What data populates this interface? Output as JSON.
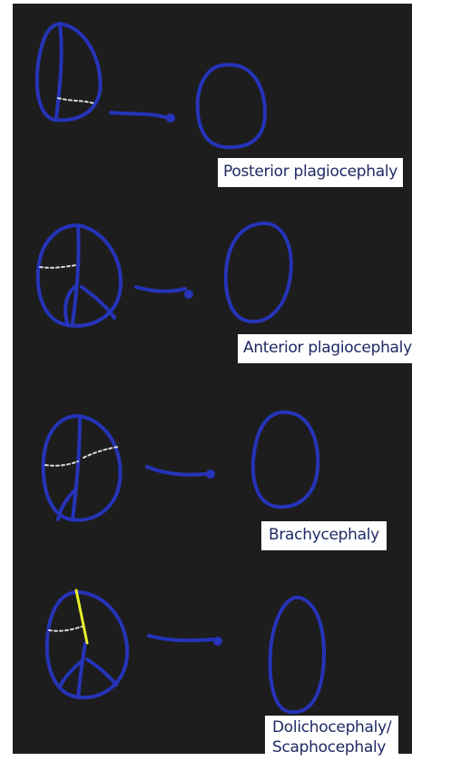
{
  "colors": {
    "background": "#1d1d1e",
    "skull_stroke": "#2534b8",
    "suture_white": "#d8d8d8",
    "suture_yellow": "#e9ef2a",
    "caption_text": "#1f2a63",
    "caption_bg": "#ffffff"
  },
  "panels": [
    {
      "caption_lines": [
        "Posterior plagiocephaly"
      ],
      "fused_suture": "lambdoid (one side)"
    },
    {
      "caption_lines": [
        "Anterior plagiocephaly"
      ],
      "fused_suture": "coronal (one side)"
    },
    {
      "caption_lines": [
        "Brachycephaly"
      ],
      "fused_suture": "coronal (both sides)"
    },
    {
      "caption_lines": [
        "Dolichocephaly/",
        "Scaphocephaly"
      ],
      "fused_suture": "sagittal"
    }
  ]
}
